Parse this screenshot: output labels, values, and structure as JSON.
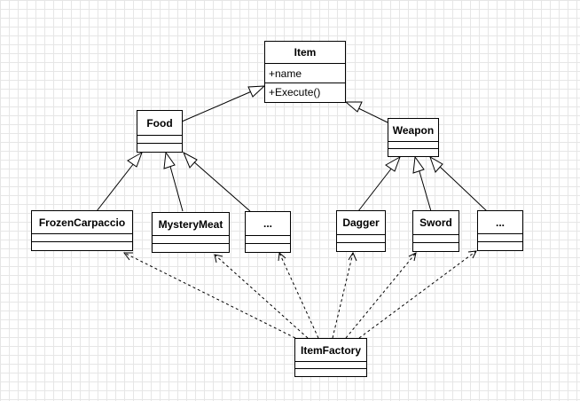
{
  "colors": {
    "stroke": "#000000",
    "fill": "#ffffff",
    "grid": "#e6e6e6"
  },
  "classes": {
    "item": {
      "name": "Item",
      "attribute": "+name",
      "operation": "+Execute()"
    },
    "food": {
      "name": "Food"
    },
    "weapon": {
      "name": "Weapon"
    },
    "frozen_carpaccio": {
      "name": "FrozenCarpaccio"
    },
    "mystery_meat": {
      "name": "MysteryMeat"
    },
    "food_more": {
      "name": "..."
    },
    "dagger": {
      "name": "Dagger"
    },
    "sword": {
      "name": "Sword"
    },
    "weapon_more": {
      "name": "..."
    },
    "item_factory": {
      "name": "ItemFactory"
    }
  },
  "relations": {
    "generalizations": [
      {
        "from": "food",
        "to": "item"
      },
      {
        "from": "weapon",
        "to": "item"
      },
      {
        "from": "frozen_carpaccio",
        "to": "food"
      },
      {
        "from": "mystery_meat",
        "to": "food"
      },
      {
        "from": "food_more",
        "to": "food"
      },
      {
        "from": "dagger",
        "to": "weapon"
      },
      {
        "from": "sword",
        "to": "weapon"
      },
      {
        "from": "weapon_more",
        "to": "weapon"
      }
    ],
    "dependencies": [
      {
        "from": "item_factory",
        "to": "frozen_carpaccio"
      },
      {
        "from": "item_factory",
        "to": "mystery_meat"
      },
      {
        "from": "item_factory",
        "to": "food_more"
      },
      {
        "from": "item_factory",
        "to": "dagger"
      },
      {
        "from": "item_factory",
        "to": "sword"
      },
      {
        "from": "item_factory",
        "to": "weapon_more"
      }
    ]
  }
}
